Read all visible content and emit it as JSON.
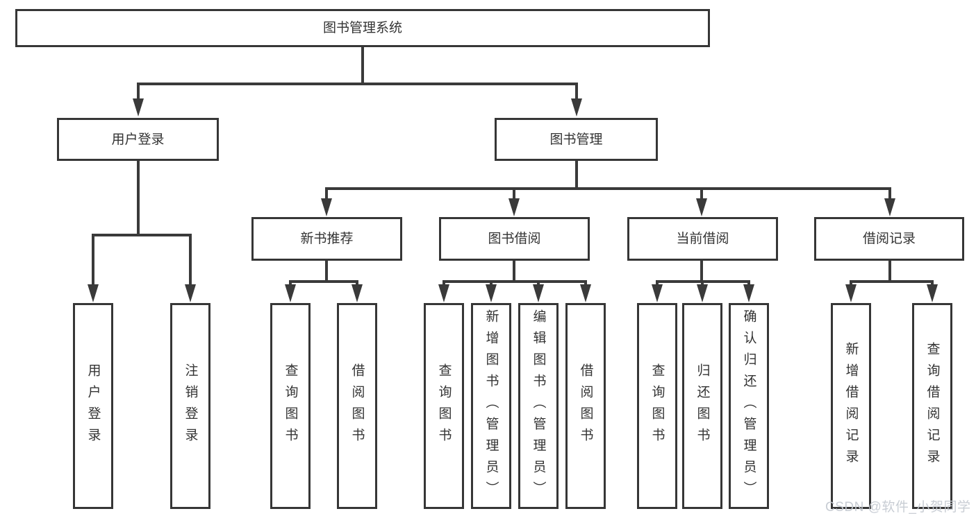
{
  "tree": {
    "root": {
      "label": "图书管理系统"
    },
    "branches": [
      {
        "label": "用户登录",
        "children": [
          {
            "label": "用户登录"
          },
          {
            "label": "注销登录"
          }
        ]
      },
      {
        "label": "图书管理",
        "children": [
          {
            "label": "新书推荐",
            "children": [
              {
                "label": "查询图书"
              },
              {
                "label": "借阅图书"
              }
            ]
          },
          {
            "label": "图书借阅",
            "children": [
              {
                "label": "查询图书"
              },
              {
                "label": "新增图书（管理员）"
              },
              {
                "label": "编辑图书（管理员）"
              },
              {
                "label": "借阅图书"
              }
            ]
          },
          {
            "label": "当前借阅",
            "children": [
              {
                "label": "查询图书"
              },
              {
                "label": "归还图书"
              },
              {
                "label": "确认归还（管理员）"
              }
            ]
          },
          {
            "label": "借阅记录",
            "children": [
              {
                "label": "新增借阅记录"
              },
              {
                "label": "查询借阅记录"
              }
            ]
          }
        ]
      }
    ]
  },
  "watermark": "CSDN @软件_小贺同学",
  "colors": {
    "line": "#3a3a3a",
    "border": "#363636",
    "text": "#333333",
    "watermark": "#c6cbd2",
    "background": "#ffffff"
  }
}
